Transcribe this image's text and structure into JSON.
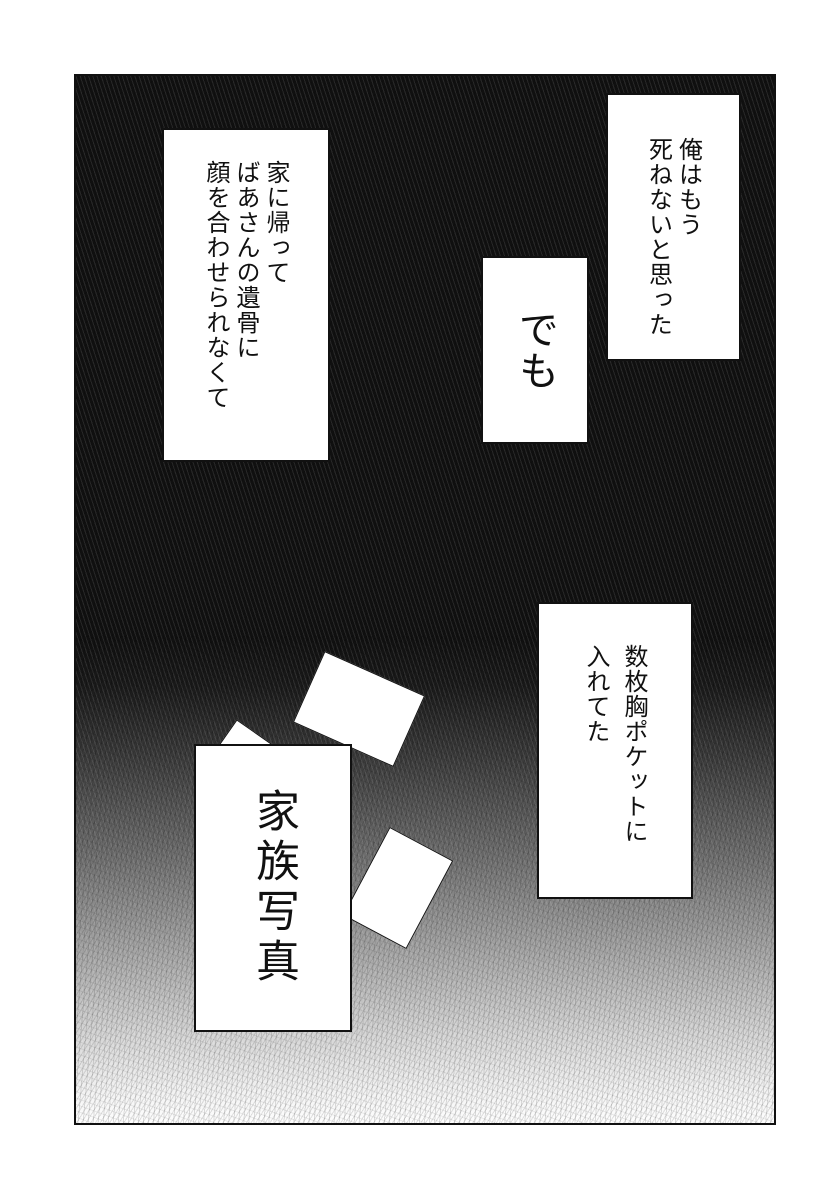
{
  "page": {
    "type": "manga-panel",
    "background_top_color": "#101010",
    "background_bottom_color": "#ffffff",
    "border_color": "#111111"
  },
  "captions": {
    "thought": {
      "lines": [
        "俺はもう",
        "死ねないと思った"
      ]
    },
    "reason": {
      "lines": [
        "家に帰って",
        "ばあさんの遺骨に",
        "顔を合わせられなくて"
      ]
    },
    "but": {
      "lines": [
        "でも"
      ]
    },
    "pocket": {
      "lines": [
        "数枚胸ポケットに",
        "入れてた"
      ]
    },
    "photos": {
      "lines": [
        "家族写真"
      ]
    }
  },
  "illustration": {
    "floating_photos": [
      {
        "name": "photo-card-top"
      },
      {
        "name": "photo-card-left"
      },
      {
        "name": "photo-card-right"
      }
    ]
  }
}
